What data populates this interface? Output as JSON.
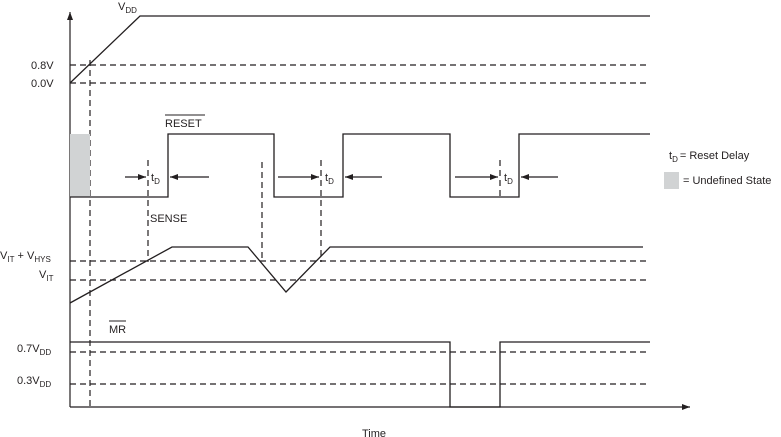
{
  "diagram": {
    "time_label": "Time",
    "vdd": {
      "main": "V",
      "sub": "DD"
    },
    "level_0_8v": "0.8V",
    "level_0_0v": "0.0V",
    "reset_label": "RESET",
    "sense_label": "SENSE",
    "mr_label": "MR",
    "vit_hys": {
      "v1": "V",
      "s1": "IT",
      "plus": " + V",
      "s2": "HYS"
    },
    "vit": {
      "v": "V",
      "s": "IT"
    },
    "vdd07": {
      "main": "0.7V",
      "sub": "DD"
    },
    "vdd03": {
      "main": "0.3V",
      "sub": "DD"
    },
    "td": {
      "main": "t",
      "sub": "D"
    },
    "legend": {
      "td_main": "t",
      "td_sub": "D",
      "td_text": "= Reset Delay",
      "undefined_text": "= Undefined State",
      "undefined_color": "#d1d3d4"
    }
  }
}
